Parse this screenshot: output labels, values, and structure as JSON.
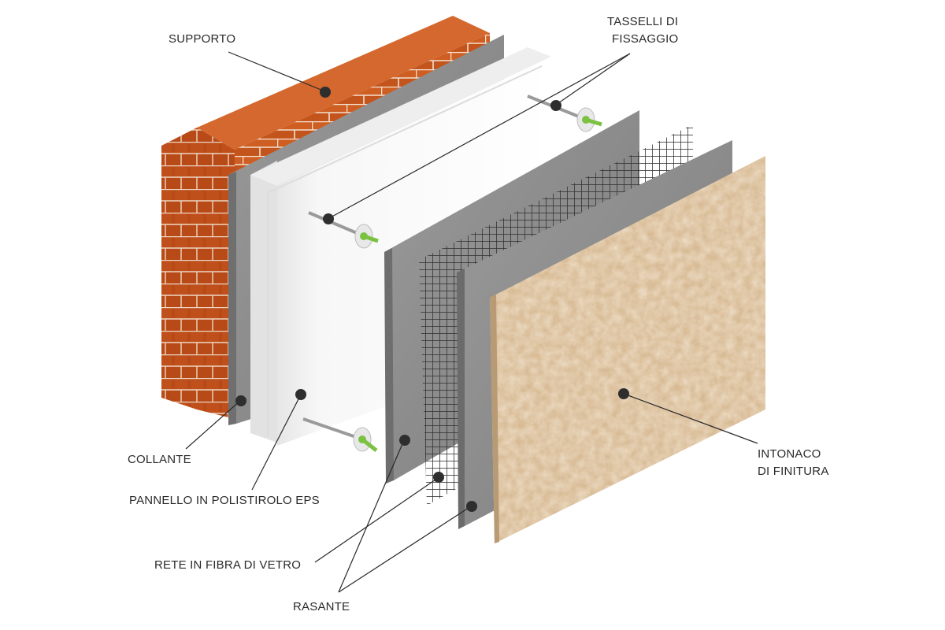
{
  "labels": {
    "supporto": "SUPPORTO",
    "tasselli_1": "TASSELLI DI",
    "tasselli_2": "FISSAGGIO",
    "collante": "COLLANTE",
    "pannello": "PANNELLO IN POLISTIROLO EPS",
    "rete": "RETE IN FIBRA DI VETRO",
    "rasante": "RASANTE",
    "intonaco_1": "INTONACO",
    "intonaco_2": "DI FINITURA"
  },
  "colors": {
    "brick": "#c9581f",
    "brick_dark": "#b84a17",
    "mortar": "#f0dccb",
    "adhesive": "#8f8f8f",
    "eps": "#f3f3f3",
    "render_layer": "#8b8b8b",
    "mesh": "#3a3a3a",
    "plaster": "#d9bc96",
    "dowel_cap": "#e8e8e8",
    "dowel_pin": "#7cc242"
  }
}
